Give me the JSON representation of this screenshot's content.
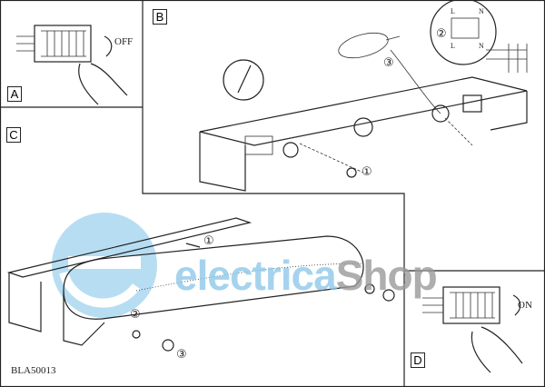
{
  "panels": {
    "a": {
      "label": "A",
      "switch_text": "OFF"
    },
    "b": {
      "label": "B",
      "step_1": "①",
      "step_2": "②",
      "step_3": "③",
      "terminal_l_top": "L",
      "terminal_n_top": "N",
      "terminal_l_bottom": "L",
      "terminal_n_bottom": "N"
    },
    "c": {
      "label": "C",
      "step_1": "①",
      "step_2": "②",
      "step_3": "③"
    },
    "d": {
      "label": "D",
      "switch_text": "ON"
    }
  },
  "watermark": {
    "part1": "electrica",
    "part2": "Shop",
    "colors": {
      "blue": "#8fc9ea",
      "grey": "#9a9a9a"
    }
  },
  "document_code": "BLA50013"
}
